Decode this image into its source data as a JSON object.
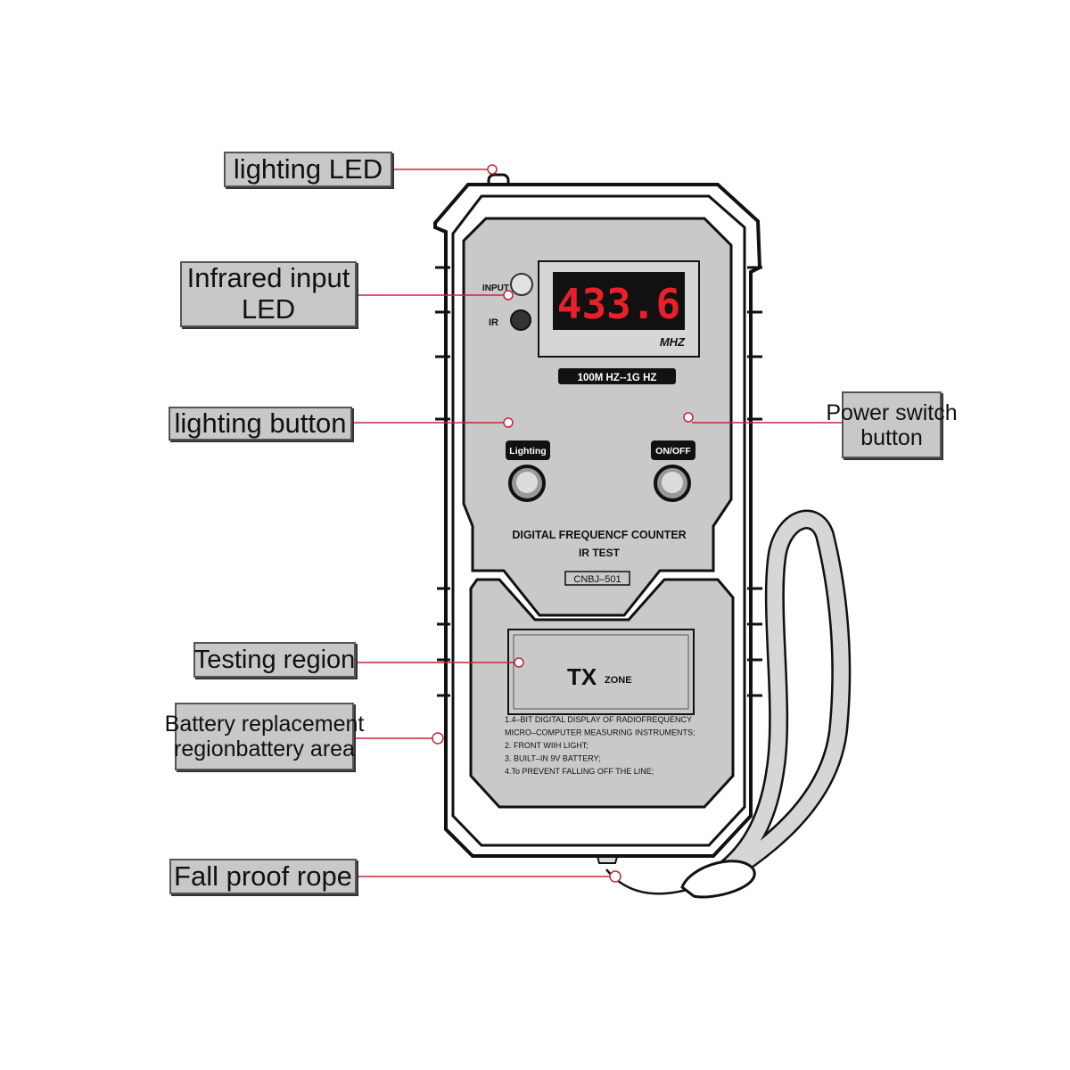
{
  "callouts": {
    "lighting_led": "lighting LED",
    "infrared_input_led": [
      "Infrared input",
      "LED"
    ],
    "lighting_button": "lighting button",
    "power_switch_button": [
      "Power switch",
      "button"
    ],
    "testing_region": "Testing region",
    "battery_area": [
      "Battery replacement",
      "regionbattery area"
    ],
    "fall_proof_rope": "Fall proof rope"
  },
  "device": {
    "input_label": "INPUT",
    "ir_label": "IR",
    "display_value": "433.6",
    "display_unit": "MHZ",
    "range_badge": "100M HZ--1G HZ",
    "lighting_button": "Lighting",
    "power_button": "ON/OFF",
    "title_line1": "DIGITAL FREQUENCF COUNTER",
    "title_line2": "IR TEST",
    "model": "CNBJ–501",
    "tx_zone_big": "TX",
    "tx_zone_small": "ZONE",
    "features": [
      "1.4–BIT DIGITAL DISPLAY OF RADIOFREQUENCY",
      "MICRO–COMPUTER MEASURING INSTRUMENTS;",
      "2. FRONT WIIH LIGHT;",
      "3. BUILT–IN 9V BATTERY;",
      "4.To PREVENT FALLING OFF THE LINE;"
    ]
  },
  "colors": {
    "callout_line": "#c0283a",
    "label_fill": "#c8c8c8",
    "panel": "#c9c9c9",
    "display_digits": "#e8202a",
    "outline": "#111111"
  }
}
